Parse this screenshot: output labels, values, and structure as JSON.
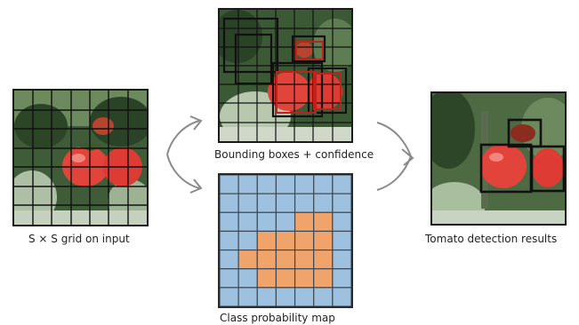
{
  "captions": {
    "input": "S × S grid on input",
    "boxes": "Bounding boxes + confidence",
    "probmap": "Class probability map",
    "results": "Tomato detection results"
  },
  "colors": {
    "foliage_dark": "#2f4a2a",
    "foliage_mid": "#5f7d52",
    "foliage_light": "#aebfa6",
    "tomato": "#e0443a",
    "grid": "#111111",
    "prob_blue": "#9ec1df",
    "prob_orange": "#f0a36a",
    "arrow": "#888888"
  },
  "icons": [
    "split-arrow-icon",
    "merge-arrow-icon"
  ],
  "probability_map": {
    "rows": 7,
    "cols": 7,
    "cells": [
      "0000000",
      "0000000",
      "0000110",
      "0011110",
      "0111110",
      "0011110",
      "0000000"
    ]
  }
}
